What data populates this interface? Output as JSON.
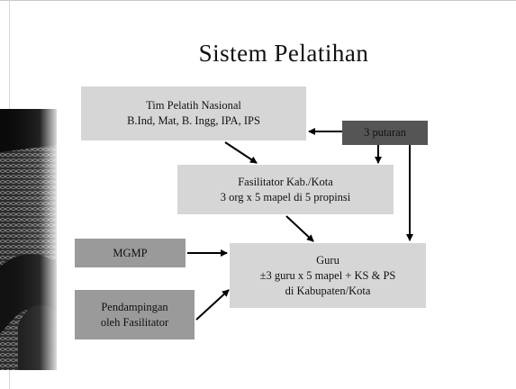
{
  "slide": {
    "title": "Sistem Pelatihan"
  },
  "diagram": {
    "tim_pelatih": {
      "line1": "Tim Pelatih Nasional",
      "line2": "B.Ind, Mat, B. Ingg, IPA, IPS"
    },
    "putaran": {
      "label": "3 putaran"
    },
    "fasilitator": {
      "line1": "Fasilitator Kab./Kota",
      "line2": "3 org x 5 mapel di 5 propinsi"
    },
    "mgmp": {
      "label": "MGMP"
    },
    "guru": {
      "line1": "Guru",
      "line2": "±3 guru x 5 mapel + KS & PS",
      "line3": "di Kabupaten/Kota"
    },
    "pendampingan": {
      "line1": "Pendampingan",
      "line2": "oleh Fasilitator"
    }
  },
  "colors": {
    "light_box": "#d6d6d6",
    "mid_box": "#9a9a9a",
    "dark_box": "#555555",
    "arrow": "#000000"
  }
}
